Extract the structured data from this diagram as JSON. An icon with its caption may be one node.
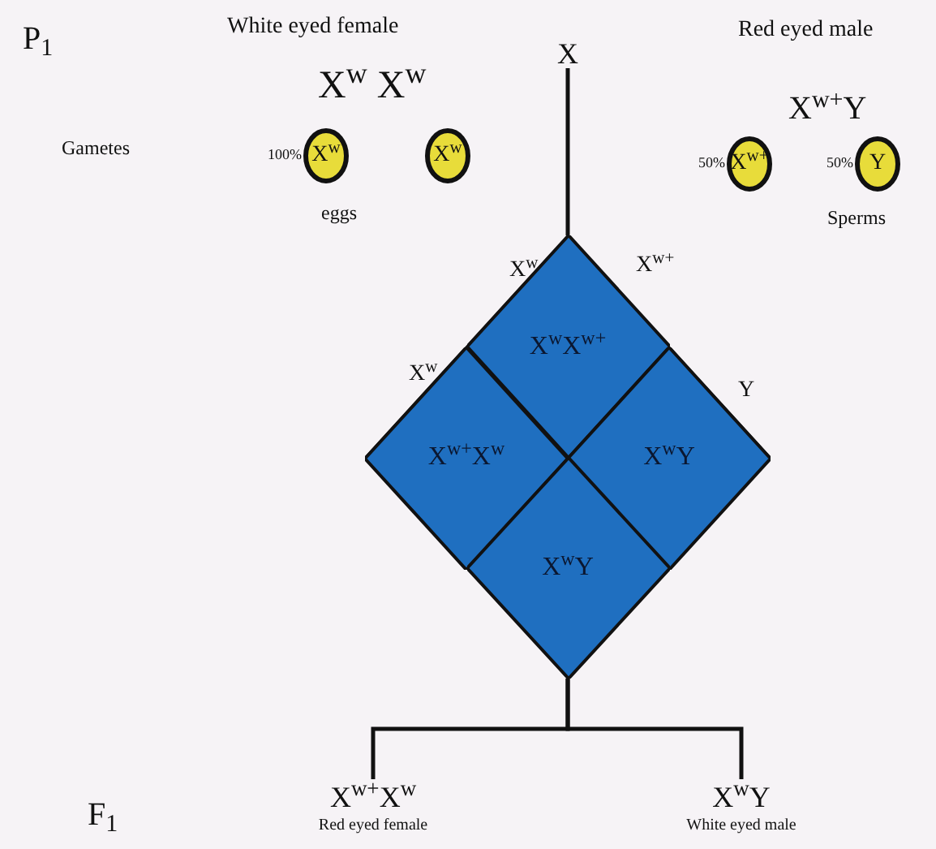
{
  "diagram": {
    "nodes": [
      {
        "text": [
          "X$^{w}$"
        ],
        "beside": [
          "100%"
        ]
      },
      {
        "text": [
          "X$^{w}$"
        ]
      },
      {
        "text": [
          "X"
        ]
      },
      {
        "text": [
          "X$^{w+}$"
        ],
        "beside": [
          "50%"
        ]
      },
      {
        "text": [
          "Y"
        ],
        "beside": [
          "50%"
        ]
      },
      {
        "text": [],
        "shape": "diamond"
      },
      {
        "text": [
          "X$^{w}$X$^{w+}$"
        ],
        "in": 5
      },
      {
        "text": [
          "X$^{w+}$X$^{w}$"
        ],
        "in": 5
      },
      {
        "text": [
          "X$^{w}$Y"
        ],
        "in": 5
      },
      {
        "text": [
          "X$^{w}$Y"
        ],
        "in": 5
      },
      {
        "text": [
          "X$^{w+}$X$^{w}$",
          "Red eyed female"
        ]
      },
      {
        "text": [
          "X$^{w}$Y",
          "White eyed male"
        ]
      }
    ],
    "edges": [
      {
        "from": 2,
        "to": 5,
        "arrow": "none"
      },
      {
        "from": 5,
        "to": 10,
        "arrow": "none"
      },
      {
        "from": 5,
        "to": 11,
        "arrow": "none"
      }
    ],
    "labels": [
      "P$_{1}$",
      "White eyed female",
      "Red eyed male",
      "X$^{w}$ X$^{w}$",
      "X$^{w+}$Y",
      "Gametes",
      "eggs",
      "Sperms",
      "X$^{w}$",
      "X$^{w+}$",
      "X$^{w}$",
      "Y",
      "F$_{1}$"
    ]
  }
}
